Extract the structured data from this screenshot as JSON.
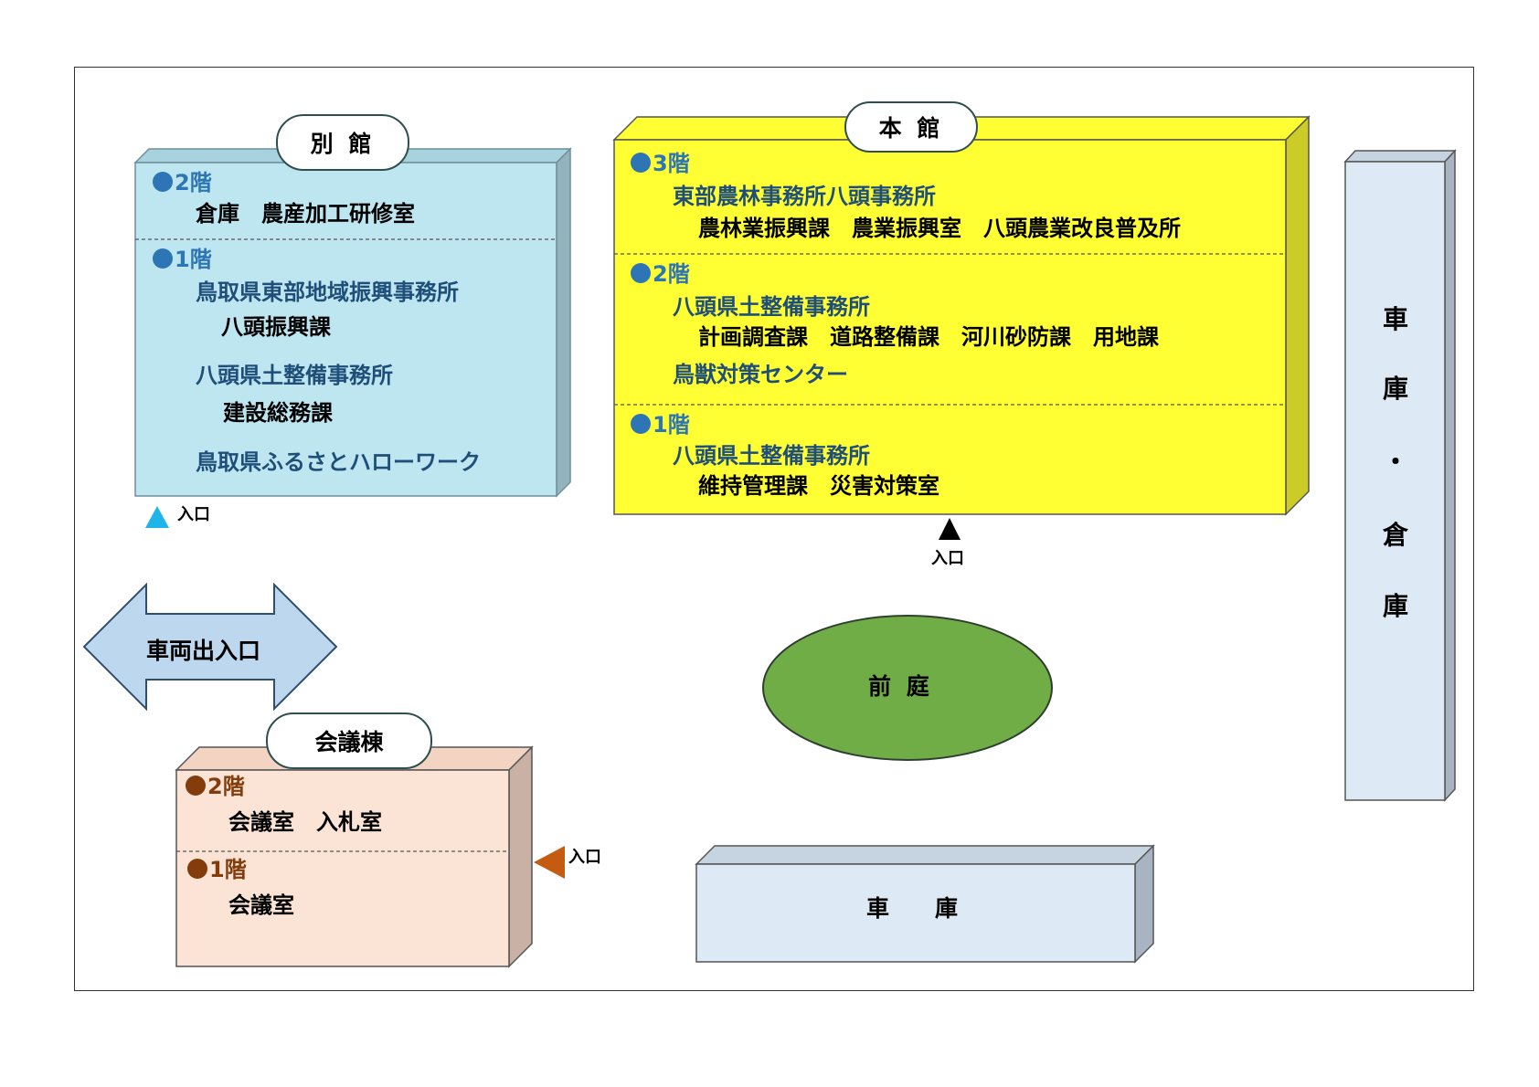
{
  "annex": {
    "title": "別 館",
    "floor2_label": "2階",
    "floor2_items": "倉庫　農産加工研修室",
    "floor1_label": "1階",
    "office1": "鳥取県東部地域振興事務所",
    "office1_sub": "八頭振興課",
    "office2": "八頭県土整備事務所",
    "office2_sub": "建設総務課",
    "office3": "鳥取県ふるさとハローワーク",
    "entrance": "入口"
  },
  "main": {
    "title": "本 館",
    "floor3_label": "3階",
    "floor3_office": "東部農林事務所八頭事務所",
    "floor3_items": "農林業振興課　農業振興室　八頭農業改良普及所",
    "floor2_label": "2階",
    "floor2_office": "八頭県土整備事務所",
    "floor2_items": "計画調査課　道路整備課　河川砂防課　用地課",
    "floor2_center": "鳥獣対策センター",
    "floor1_label": "1階",
    "floor1_office": "八頭県土整備事務所",
    "floor1_items": "維持管理課　災害対策室",
    "entrance": "入口"
  },
  "garage_warehouse": {
    "chars": [
      "車",
      "庫",
      "・",
      "倉",
      "庫"
    ]
  },
  "vehicle_entrance": {
    "label": "車両出入口"
  },
  "front_garden": {
    "label": "前 庭"
  },
  "conference": {
    "title": "会議棟",
    "floor2_label": "2階",
    "floor2_items": "会議室　入札室",
    "floor1_label": "1階",
    "floor1_items": "会議室",
    "entrance": "入口"
  },
  "garage": {
    "label": "車　　庫"
  },
  "colors": {
    "annex_fill": "#bde6f1",
    "main_fill": "#ffff33",
    "conference_fill": "#fbe4d5",
    "garage_fill": "#dde9f5",
    "garden_fill": "#70ad47",
    "arrow_fill": "#bdd7ee",
    "annex_entrance": "#1fb5e8",
    "main_entrance": "#000000",
    "conference_entrance": "#c55a11"
  }
}
